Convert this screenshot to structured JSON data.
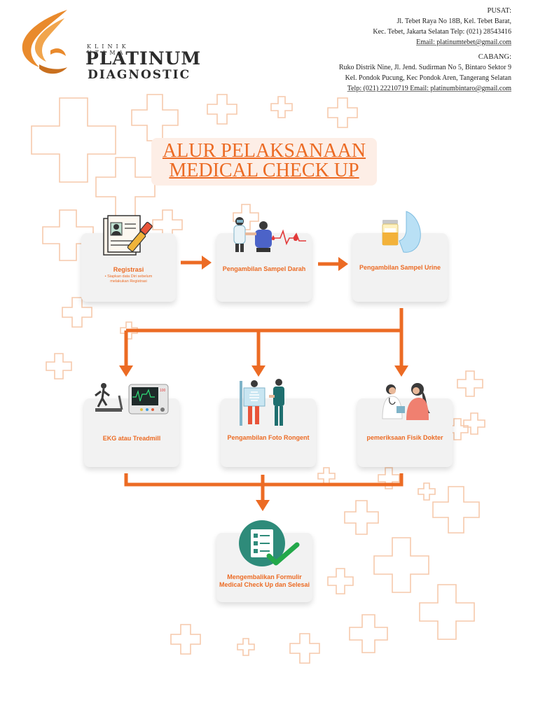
{
  "header": {
    "logo": {
      "small_text": "KLINIK UTAMA",
      "brand": "PLATINUM",
      "sub": "DIAGNOSTIC"
    },
    "pusat": {
      "heading": "PUSAT:",
      "lines": [
        "Jl. Tebet Raya No 18B, Kel. Tebet Barat,",
        "Kec. Tebet, Jakarta Selatan Telp: (021) 28543416",
        "Email: platinumtebet@gmail.com"
      ]
    },
    "cabang": {
      "heading": "CABANG:",
      "lines": [
        "Ruko Distrik Nine, Jl. Jend. Sudirman No 5, Bintaro Sektor 9",
        "Kel. Pondok Pucung, Kec Pondok Aren, Tangerang Selatan",
        "Telp: (021) 22210719 Email: platinumbintaro@gmail.com"
      ]
    }
  },
  "title": {
    "line1": "ALUR PELAKSANAAN",
    "line2": "MEDICAL CHECK UP"
  },
  "steps": {
    "registrasi": {
      "label": "Registrasi",
      "note_line1": "•  Siapkan data Diri sebelum",
      "note_line2": "melakukan Registrasi"
    },
    "darah": {
      "label": "Pengambilan Sampel Darah"
    },
    "urine": {
      "label": "Pengambilan Sampel Urine"
    },
    "ekg": {
      "label": "EKG atau Treadmill",
      "monitor_value": "100"
    },
    "rontgen": {
      "label": "Pengambilan Foto Rongent"
    },
    "dokter": {
      "label": "pemeriksaan Fisik Dokter"
    },
    "selesai": {
      "label_line1": "Mengembalikan Formulir",
      "label_line2": "Medical Check Up dan Selesai"
    }
  },
  "colors": {
    "accent": "#ec6b24",
    "logo_orange": "#e98a2c",
    "card_bg": "#f2f2f2",
    "title_bg": "#fdeee6",
    "form_icon_green": "#2e8b7a",
    "check_green": "#23a84a"
  }
}
